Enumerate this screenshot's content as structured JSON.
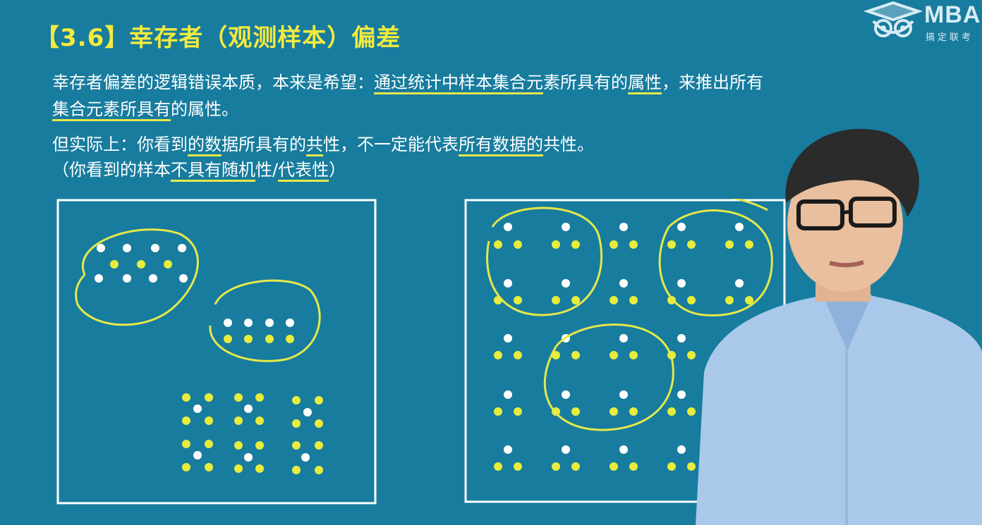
{
  "slide": {
    "title": "【3.6】幸存者（观测样本）偏差",
    "paragraph1": {
      "text1": "幸存者偏差的逻辑错误本质，本来是希望：",
      "underline1": "通过统计中样本集合元",
      "text2": "素所具有的",
      "underline2": "属性",
      "text3": "，来推出所有",
      "underline3": "集合元素所具有",
      "text4": "的属性。"
    },
    "paragraph2": {
      "text1": "但实际上：你看到",
      "underline1": "的数",
      "text2": "据所具有的",
      "underline2": "共",
      "text3": "性，不一定能代表",
      "underline3": "所有数据的",
      "text4": "共性。"
    },
    "paragraph3": {
      "text1": "（你看到的样本",
      "underline1": "不具有随机",
      "text2": "性/",
      "underline2": "代表性",
      "text3": "）"
    }
  },
  "logo": {
    "text": "MBA",
    "subtitle": "搞定联考"
  },
  "colors": {
    "background": "#177c9e",
    "title": "#f2ea3e",
    "dot_yellow": "#e8ec3c",
    "dot_white": "#ffffff",
    "annotation": "#e6e84a"
  }
}
